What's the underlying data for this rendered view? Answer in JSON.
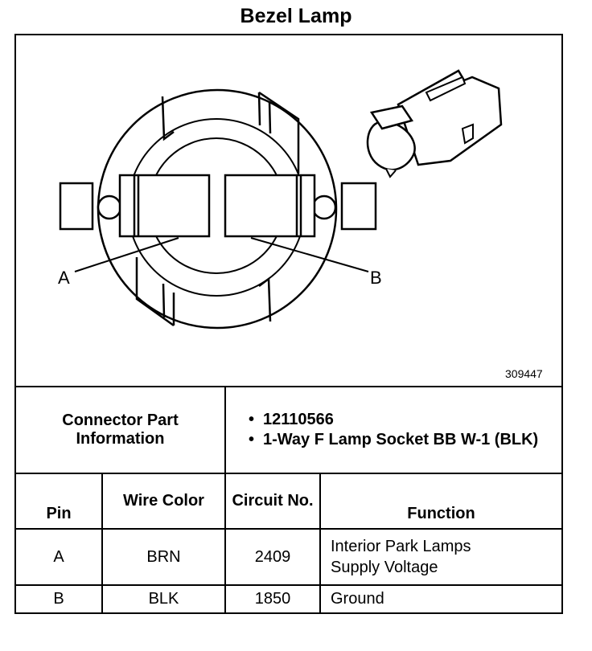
{
  "title": "Bezel Lamp",
  "figure_number": "309447",
  "pin_labels": [
    "A",
    "B"
  ],
  "connector_info": {
    "label": "Connector Part Information",
    "items": [
      "12110566",
      "1-Way F Lamp Socket BB W-1 (BLK)"
    ]
  },
  "table": {
    "headers": {
      "pin": "Pin",
      "wire_color": "Wire Color",
      "circuit": "Circuit No.",
      "function": "Function"
    },
    "rows": [
      {
        "pin": "A",
        "wire_color": "BRN",
        "circuit": "2409",
        "function": "Interior Park Lamps Supply Voltage"
      },
      {
        "pin": "B",
        "wire_color": "BLK",
        "circuit": "1850",
        "function": "Ground"
      }
    ]
  }
}
